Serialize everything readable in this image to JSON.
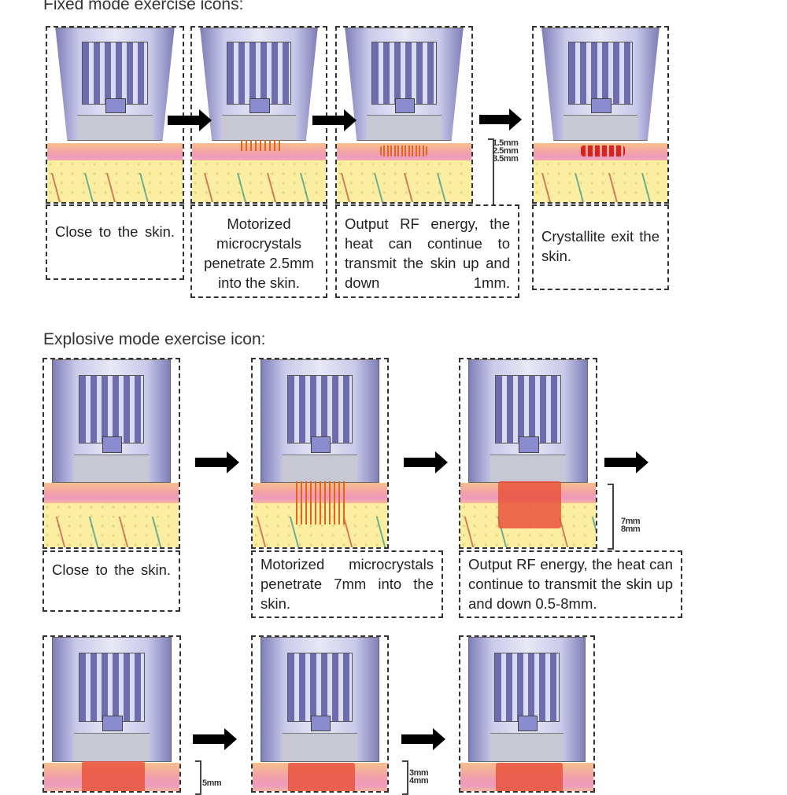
{
  "fixed": {
    "title": "Fixed mode exercise icons:",
    "captions": [
      "Close to the skin.",
      "Motorized microcrystals penetrate 2.5mm into the skin.",
      "Output RF energy, the heat can continue to transmit the skin up and down 1mm.",
      "Crystallite exit the skin."
    ],
    "depths": [
      "1.5mm",
      "2.5mm",
      "3.5mm"
    ]
  },
  "explosive": {
    "title": "Explosive mode exercise icon:",
    "captions": [
      "Close to the skin.",
      "Motorized microcrystals penetrate 7mm into the skin.",
      "Output RF energy, the heat can continue to transmit the skin up and down 0.5-8mm."
    ],
    "depths": [
      "7mm",
      "8mm"
    ],
    "row3_depth_a": "5mm",
    "row3_depths_b": [
      "3mm",
      "4mm"
    ]
  }
}
